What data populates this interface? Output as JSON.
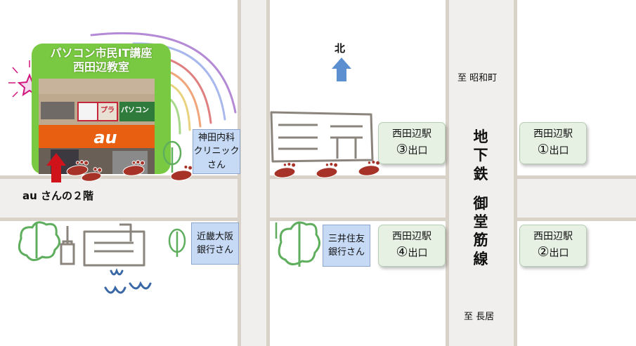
{
  "school": {
    "title_line1": "パソコン市民IT講座",
    "title_line2": "西田辺教室",
    "photo_sign_text": "au",
    "photo_banner_1": "パソコン",
    "photo_banner_2": "プラ"
  },
  "au_floor_label": "au さんの２階",
  "north_label": "北",
  "clinic": {
    "line1": "神田内科",
    "line2": "クリニック",
    "line3": "さん"
  },
  "kinki_bank": {
    "line1": "近畿大阪",
    "line2": "銀行さん"
  },
  "mitsui_bank": {
    "line1": "三井住友",
    "line2": "銀行さん"
  },
  "exits": [
    {
      "station": "西田辺駅",
      "num": "③",
      "suffix": "出口"
    },
    {
      "station": "西田辺駅",
      "num": "①",
      "suffix": "出口"
    },
    {
      "station": "西田辺駅",
      "num": "④",
      "suffix": "出口"
    },
    {
      "station": "西田辺駅",
      "num": "②",
      "suffix": "出口"
    }
  ],
  "subway_line": [
    "地",
    "下",
    "鉄",
    "",
    "御",
    "堂",
    "筋",
    "線"
  ],
  "to_showacho": "至 昭和町",
  "to_nagai": "至 長居",
  "colors": {
    "road_fill": "#f0efed",
    "road_border": "#d8d2c9",
    "school_green": "#7ac943",
    "exit_fill": "#e6f1e4",
    "label_blue": "#c6daf5",
    "arrow_red": "#d0121b",
    "north_arrow": "#5b8fd0",
    "footprint": "#a73228"
  }
}
